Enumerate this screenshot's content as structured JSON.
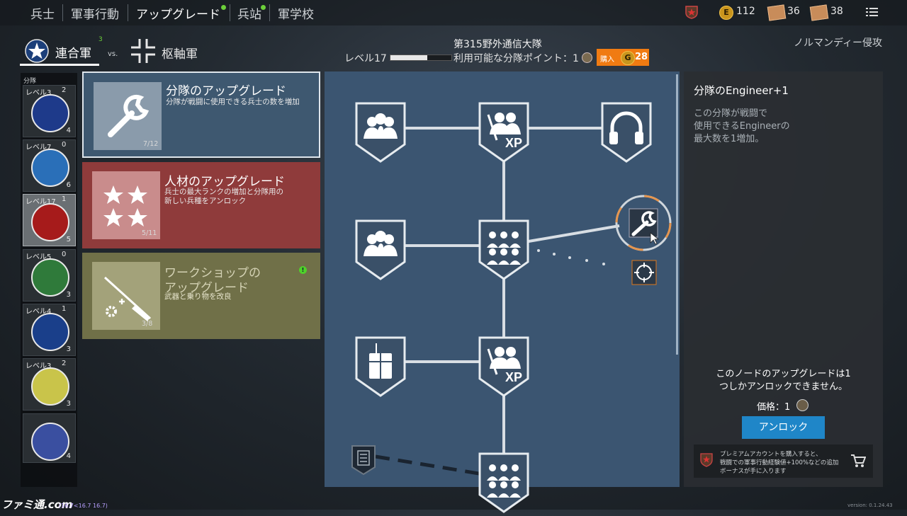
{
  "nav": {
    "tabs": [
      {
        "label": "兵士"
      },
      {
        "label": "軍事行動"
      },
      {
        "label": "アップグレード"
      },
      {
        "label": "兵站"
      },
      {
        "label": "軍学校"
      }
    ],
    "resources": {
      "coins": "112",
      "cards_1": "36",
      "cards_2": "38"
    }
  },
  "factions": {
    "allies": "連合軍",
    "vs": "vs.",
    "axis": "枢軸軍",
    "allies_badge": "3"
  },
  "campaign": "ノルマンディー侵攻",
  "squad_header": {
    "name": "第315野外通信大隊",
    "level_label": "レベル17",
    "level_progress": 0.6,
    "points_label": "利用可能な分隊ポイント：1",
    "buy_label": "購入",
    "buy_price": "28"
  },
  "squad_list": {
    "title": "分隊",
    "items": [
      {
        "level": "レベル3",
        "points": "2",
        "count": "4"
      },
      {
        "level": "レベル7",
        "points": "0",
        "count": "6"
      },
      {
        "level": "レベル17",
        "points": "1",
        "count": "5"
      },
      {
        "level": "レベル5",
        "points": "0",
        "count": "3"
      },
      {
        "level": "レベル4",
        "points": "1",
        "count": "3"
      },
      {
        "level": "レベル3",
        "points": "2",
        "count": "3"
      },
      {
        "level": "",
        "points": "",
        "count": "4"
      }
    ]
  },
  "upgrades": [
    {
      "title": "分隊のアップグレード",
      "desc_1": "分隊が戦闘に使用できる兵士の数を増加",
      "desc_2": "",
      "progress": "7/12"
    },
    {
      "title": "人材のアップグレード",
      "desc_1": "兵士の最大ランクの増加と分隊用の",
      "desc_2": "新しい兵種をアンロック",
      "progress": "5/11"
    },
    {
      "title_1": "ワークショップの",
      "title_2": "アップグレード",
      "desc_1": "武器と乗り物を改良",
      "progress": "3/8"
    }
  ],
  "detail": {
    "title": "分隊のEngineer+1",
    "desc_1": "この分隊が戦闘で",
    "desc_2": "使用できるEngineerの",
    "desc_3": "最大数を1増加。",
    "note_1": "このノードのアップグレードは1",
    "note_2": "つしかアンロックできません。",
    "price_label": "価格：1",
    "unlock_label": "アンロック",
    "premium_1": "プレミアムアカウントを購入すると、",
    "premium_2": "戦闘での軍事行動経験値+100%などの追加",
    "premium_3": "ボーナスが手に入ります"
  },
  "footer": {
    "watermark": "ファミ通.com",
    "coords": "(16.7<16.7 16.7)",
    "version": "version: 0.1.24.43"
  },
  "colors": {
    "accent": "#1f86c8",
    "panel_blue": "#3e5870",
    "panel_red": "#8f3b3b",
    "panel_olive": "#707048",
    "tree_bg": "#3b5571",
    "buy": "#f07b12"
  }
}
